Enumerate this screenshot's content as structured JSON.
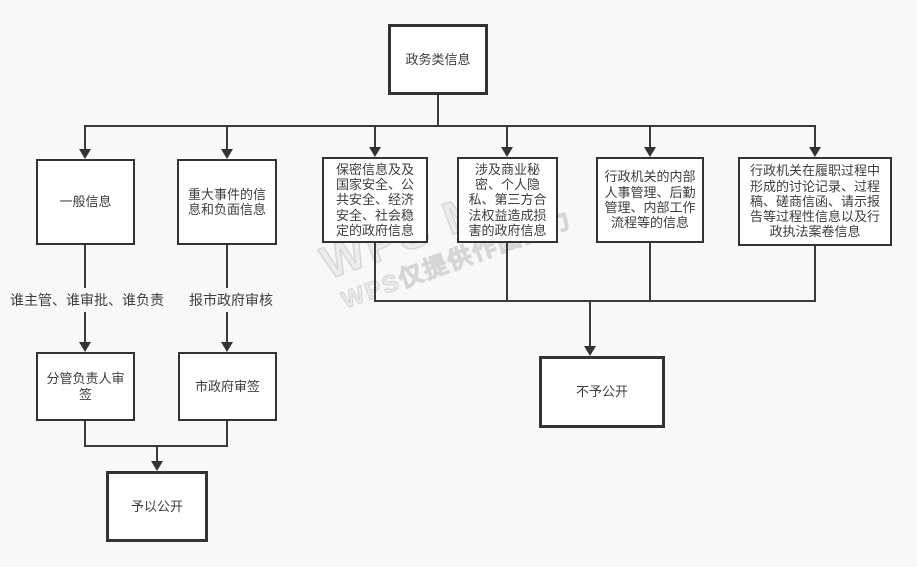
{
  "palette": {
    "background": "#f8f8f8",
    "box_fill": "#ffffff",
    "box_border": "#333333",
    "line": "#3a3a3a",
    "text": "#3d3d3d",
    "watermark": "#d6d6d6"
  },
  "nodes": {
    "root": {
      "label": "政务类信息"
    },
    "general": {
      "label": "一般信息"
    },
    "major": {
      "label": "重大事件的信息和负面信息"
    },
    "secret": {
      "label": "保密信息及及国家安全、公共安全、经济安全、社会稳定的政府信息"
    },
    "commercial": {
      "label": "涉及商业秘密、个人隐私、第三方合法权益造成损害的政府信息"
    },
    "internal": {
      "label": "行政机关的内部人事管理、后勤管理、内部工作流程等的信息"
    },
    "procedural": {
      "label": "行政机关在履职过程中形成的讨论记录、过程稿、磋商信函、请示报告等过程性信息以及行政执法案卷信息"
    },
    "leader_sign": {
      "label": "分管负责人审签"
    },
    "city_sign": {
      "label": "市政府审签"
    },
    "not_public": {
      "label": "不予公开"
    },
    "public": {
      "label": "予以公开"
    }
  },
  "edge_labels": {
    "general_rule": "谁主管、谁审批、谁负责",
    "major_rule": "报市政府审核"
  },
  "connections": [
    {
      "from": "root",
      "to": "general"
    },
    {
      "from": "root",
      "to": "major"
    },
    {
      "from": "root",
      "to": "secret"
    },
    {
      "from": "root",
      "to": "commercial"
    },
    {
      "from": "root",
      "to": "internal"
    },
    {
      "from": "root",
      "to": "procedural"
    },
    {
      "from": "general",
      "to": "leader_sign",
      "label": "谁主管、谁审批、谁负责"
    },
    {
      "from": "major",
      "to": "city_sign",
      "label": "报市政府审核"
    },
    {
      "from": "leader_sign",
      "to": "public"
    },
    {
      "from": "city_sign",
      "to": "public"
    },
    {
      "from": "secret",
      "to": "not_public"
    },
    {
      "from": "commercial",
      "to": "not_public"
    },
    {
      "from": "internal",
      "to": "not_public"
    },
    {
      "from": "procedural",
      "to": "not_public"
    }
  ],
  "watermark": {
    "brand": "WPS Mind",
    "notice": "WPS仅提供作图能力"
  }
}
